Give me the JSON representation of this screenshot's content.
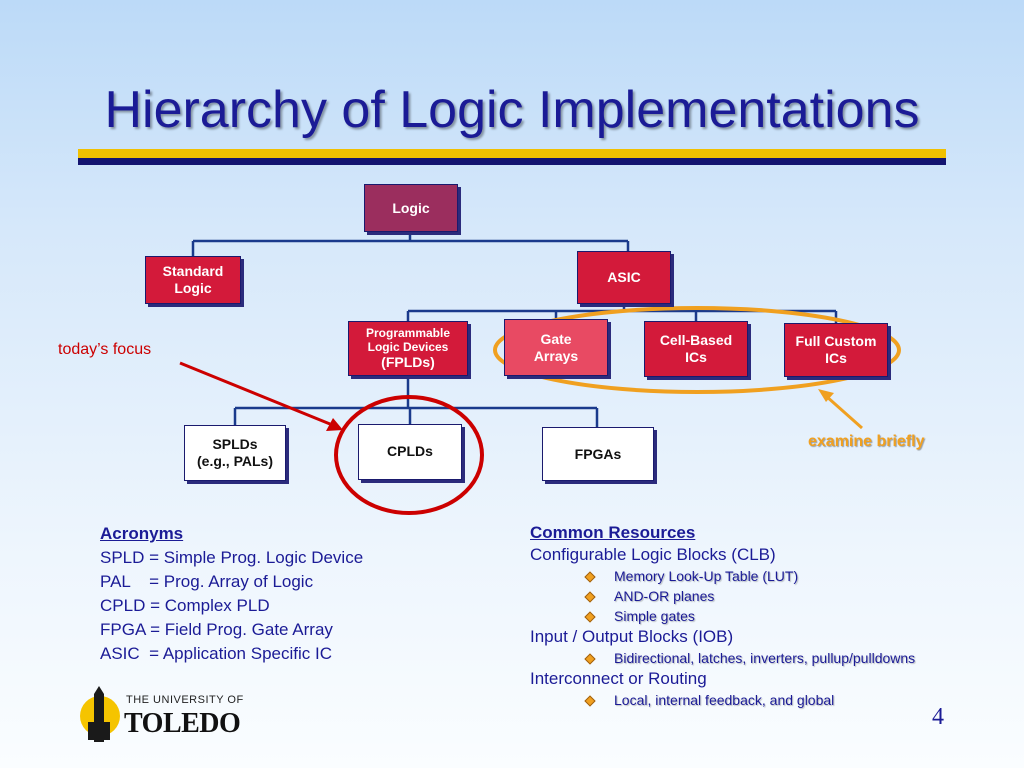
{
  "title": "Hierarchy of Logic Implementations",
  "colors": {
    "title": "#1b1b96",
    "box_red": "#d31a3a",
    "box_maroon": "#9b2e5e",
    "box_pink": "#e84a63",
    "ellipse_orange": "#f0a020",
    "ellipse_red": "#cc0000"
  },
  "tree": {
    "logic": "Logic",
    "standard_logic": "Standard Logic",
    "asic": "ASIC",
    "fplds_line1": "Programmable",
    "fplds_line2": "Logic Devices",
    "fplds_line3": "(FPLDs)",
    "gate_arrays": "Gate Arrays",
    "cell_based": "Cell-Based ICs",
    "full_custom": "Full Custom ICs",
    "splds_line1": "SPLDs",
    "splds_line2": "(e.g., PALs)",
    "cplds": "CPLDs",
    "fpgas": "FPGAs"
  },
  "annotations": {
    "todays_focus": "today’s focus",
    "examine_briefly": "examine briefly"
  },
  "acronyms": {
    "heading": "Acronyms",
    "items": [
      "SPLD = Simple Prog. Logic Device",
      "PAL    = Prog. Array of Logic",
      "CPLD = Complex PLD",
      "FPGA = Field Prog. Gate Array",
      "ASIC  = Application Specific IC"
    ]
  },
  "resources": {
    "heading": "Common Resources",
    "clb": "Configurable Logic Blocks (CLB)",
    "clb_items": [
      "Memory Look-Up Table (LUT)",
      "AND-OR planes",
      "Simple gates"
    ],
    "iob": "Input / Output Blocks (IOB)",
    "iob_items": [
      "Bidirectional, latches, inverters, pullup/pulldowns"
    ],
    "routing": "Interconnect or Routing",
    "routing_items": [
      "Local, internal feedback, and global"
    ]
  },
  "logo": {
    "line1": "THE UNIVERSITY OF",
    "line2": "TOLEDO"
  },
  "page_number": "4"
}
